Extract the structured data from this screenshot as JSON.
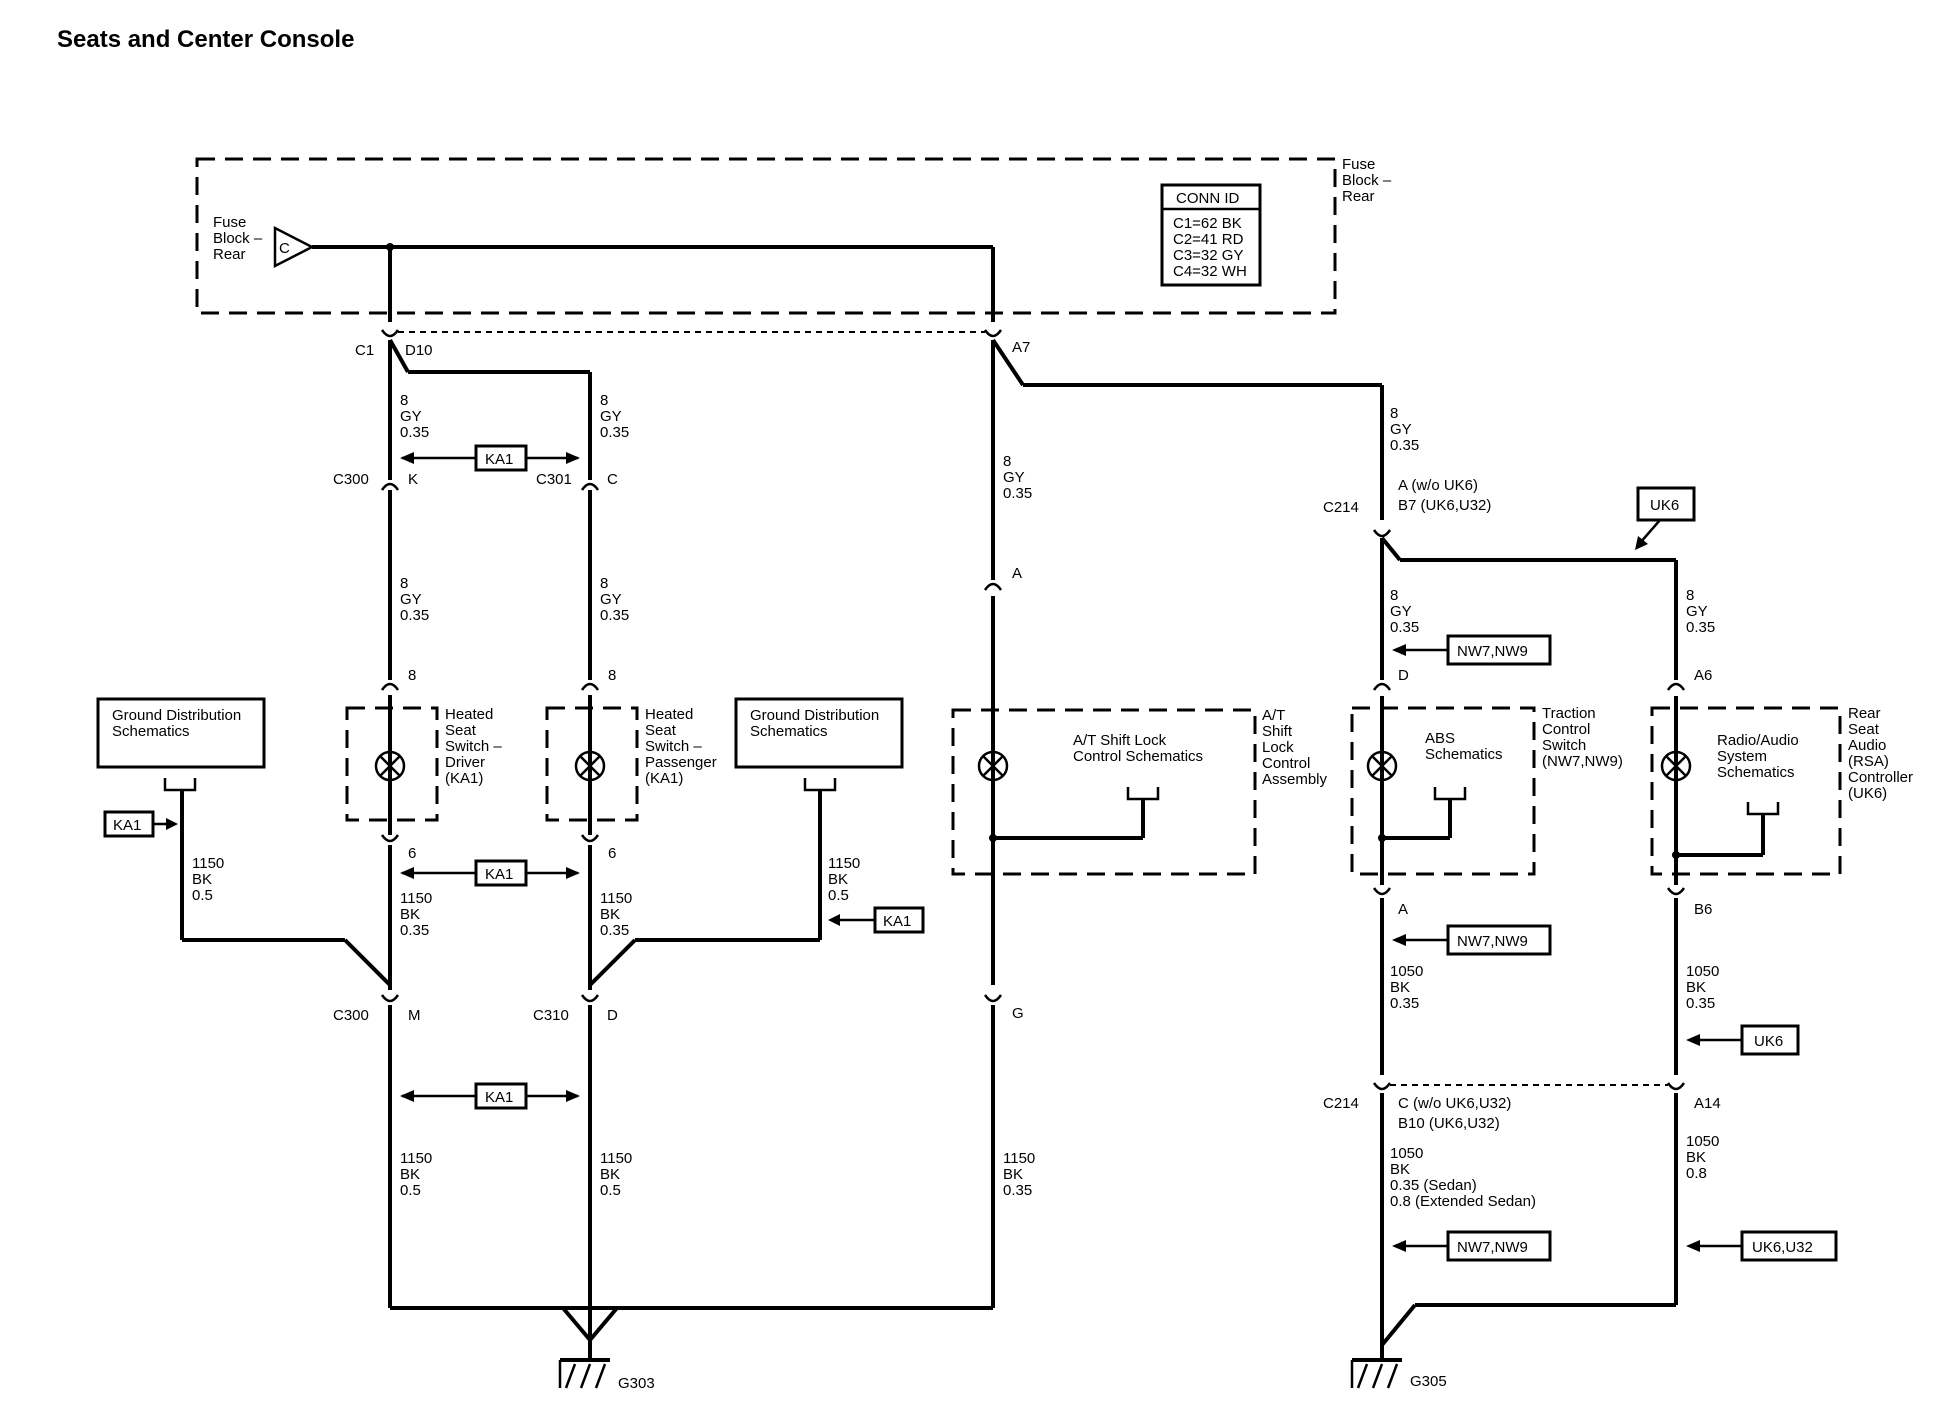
{
  "title": "Seats and Center Console",
  "fuse_block": {
    "label": [
      "Fuse",
      "Block –",
      "Rear"
    ],
    "pin": "C",
    "side_label": [
      "Fuse",
      "Block –",
      "Rear"
    ]
  },
  "conn_id": {
    "header": "CONN ID",
    "rows": [
      "C1=62 BK",
      "C2=41 RD",
      "C3=32 GY",
      "C4=32 WH"
    ]
  },
  "connectors": {
    "c1": "C1",
    "d10": "D10",
    "a7": "A7",
    "c300_top": "C300",
    "k": "K",
    "c301": "C301",
    "c_pin": "C",
    "eight_l": "8",
    "eight_r": "8",
    "six_l": "6",
    "six_r": "6",
    "c300_bot": "C300",
    "m": "M",
    "c310": "C310",
    "d_pin": "D",
    "a_pin": "A",
    "g_pin": "G",
    "c214_top": "C214",
    "c214_a": "A (w/o UK6)",
    "c214_b7": "B7 (UK6,U32)",
    "d_right": "D",
    "a6": "A6",
    "a_right": "A",
    "b6": "B6",
    "c214_bot": "C214",
    "c214_c": "C (w/o UK6,U32)",
    "c214_b10": "B10 (UK6,U32)",
    "a14": "A14",
    "g303": "G303",
    "g305": "G305"
  },
  "wires": {
    "w1": [
      "8",
      "GY",
      "0.35"
    ],
    "w2": [
      "8",
      "GY",
      "0.35"
    ],
    "w3": [
      "8",
      "GY",
      "0.35"
    ],
    "w4": [
      "8",
      "GY",
      "0.35"
    ],
    "w5": [
      "8",
      "GY",
      "0.35"
    ],
    "w6": [
      "8",
      "GY",
      "0.35"
    ],
    "w7": [
      "8",
      "GY",
      "0.35"
    ],
    "w8": [
      "8",
      "GY",
      "0.35"
    ],
    "g1": [
      "1150",
      "BK",
      "0.5"
    ],
    "g2": [
      "1150",
      "BK",
      "0.35"
    ],
    "g3": [
      "1150",
      "BK",
      "0.35"
    ],
    "g4": [
      "1150",
      "BK",
      "0.5"
    ],
    "g5": [
      "1150",
      "BK",
      "0.5"
    ],
    "g6": [
      "1150",
      "BK",
      "0.5"
    ],
    "g7": [
      "1150",
      "BK",
      "0.35"
    ],
    "g8": [
      "1050",
      "BK",
      "0.35"
    ],
    "g9": [
      "1050",
      "BK",
      "0.35"
    ],
    "g10": [
      "1050",
      "BK",
      "0.35 (Sedan)",
      "0.8 (Extended Sedan)"
    ],
    "g11": [
      "1050",
      "BK",
      "0.8"
    ]
  },
  "components": {
    "heated_driver": [
      "Heated",
      "Seat",
      "Switch –",
      "Driver",
      "(KA1)"
    ],
    "heated_pass": [
      "Heated",
      "Seat",
      "Switch –",
      "Passenger",
      "(KA1)"
    ],
    "ground_left": [
      "Ground Distribution",
      "Schematics"
    ],
    "ground_mid": [
      "Ground Distribution",
      "Schematics"
    ],
    "shift_lock_inner": [
      "A/T Shift Lock",
      "Control Schematics"
    ],
    "shift_lock_label": [
      "A/T",
      "Shift",
      "Lock",
      "Control",
      "Assembly"
    ],
    "abs_inner": [
      "ABS",
      "Schematics"
    ],
    "traction_label": [
      "Traction",
      "Control",
      "Switch",
      "(NW7,NW9)"
    ],
    "radio_inner": [
      "Radio/Audio",
      "System",
      "Schematics"
    ],
    "rsa_label": [
      "Rear",
      "Seat",
      "Audio",
      "(RSA)",
      "Controller",
      "(UK6)"
    ]
  },
  "options": {
    "ka1": "KA1",
    "uk6": "UK6",
    "nw": "NW7,NW9",
    "uk6u32": "UK6,U32"
  }
}
